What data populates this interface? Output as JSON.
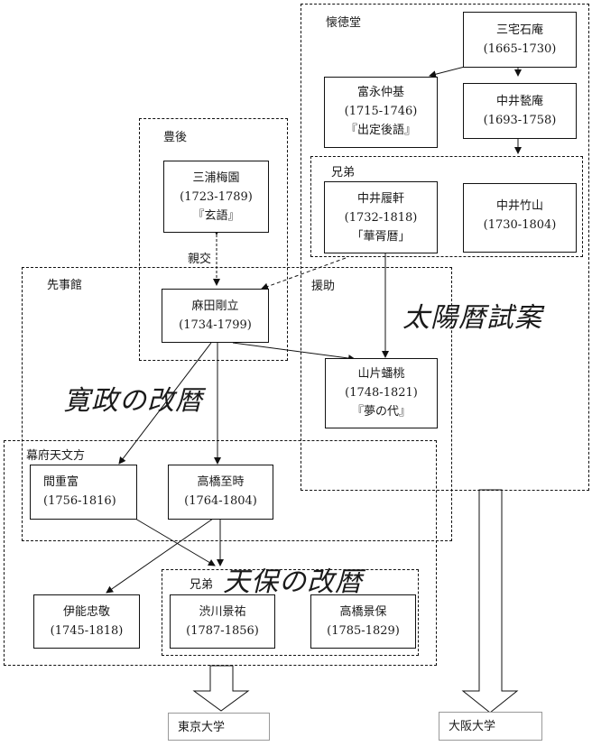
{
  "groups": {
    "kaitokudo": "懐徳堂",
    "bungo": "豊後",
    "senjikan": "先事館",
    "enjo": "援助",
    "kyodai_top": "兄弟",
    "bakufu": "幕府天文方",
    "kyodai_bottom": "兄弟",
    "shinko": "親交"
  },
  "headings": {
    "taiyoreki": "太陽暦試案",
    "kansei": "寛政の改暦",
    "tenpo": "天保の改暦"
  },
  "people": {
    "miyake": {
      "name": "三宅石庵",
      "years": "(1665-1730)",
      "work": ""
    },
    "tominaga": {
      "name": "富永仲基",
      "years": "(1715-1746)",
      "work": "『出定後語』"
    },
    "nakai_shuan": {
      "name": "中井甃庵",
      "years": "(1693-1758)",
      "work": ""
    },
    "miura": {
      "name": "三浦梅園",
      "years": "(1723-1789)",
      "work": "『玄語』"
    },
    "nakai_riken": {
      "name": "中井履軒",
      "years": "(1732-1818)",
      "work": "「華胥暦」"
    },
    "nakai_chikuzan": {
      "name": "中井竹山",
      "years": "(1730-1804)",
      "work": ""
    },
    "asada": {
      "name": "麻田剛立",
      "years": "(1734-1799)",
      "work": ""
    },
    "yamagata": {
      "name": "山片蟠桃",
      "years": "(1748-1821)",
      "work": "『夢の代』"
    },
    "hazama": {
      "name": "間重富",
      "years": "(1756-1816)",
      "work": ""
    },
    "takahashi_yoshitoki": {
      "name": "高橋至時",
      "years": "(1764-1804)",
      "work": ""
    },
    "ino": {
      "name": "伊能忠敬",
      "years": "(1745-1818)",
      "work": ""
    },
    "shibukawa": {
      "name": "渋川景祐",
      "years": "(1787-1856)",
      "work": ""
    },
    "takahashi_kageyasu": {
      "name": "高橋景保",
      "years": "(1785-1829)",
      "work": ""
    }
  },
  "universities": {
    "tokyo": "東京大学",
    "osaka": "大阪大学"
  }
}
